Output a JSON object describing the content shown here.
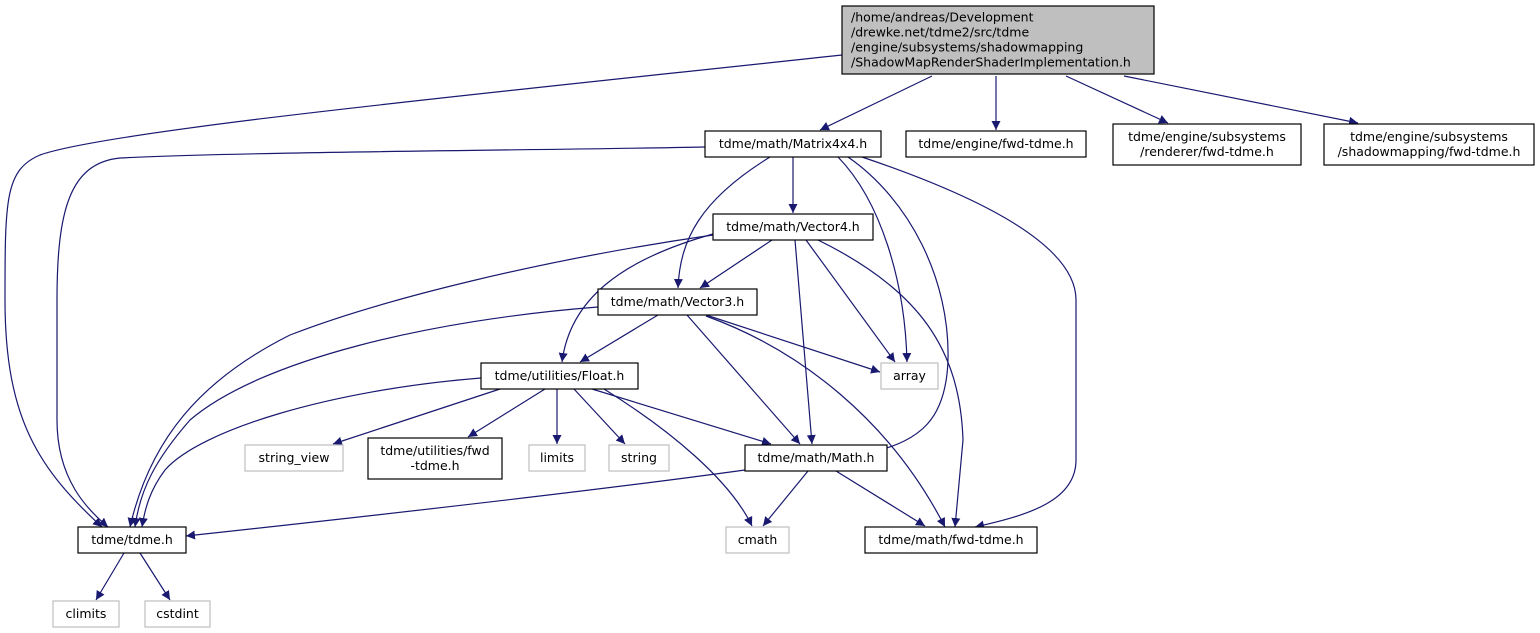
{
  "colors": {
    "edge": "#191970",
    "root_fill": "#bfbfbf",
    "node_border": "#000000",
    "system_border": "#bfbfbf",
    "background": "#ffffff"
  },
  "nodes": [
    {
      "id": "root",
      "kind": "root",
      "lines": [
        "/home/andreas/Development",
        "/drewke.net/tdme2/src/tdme",
        "/engine/subsystems/shadowmapping",
        "/ShadowMapRenderShaderImplementation.h"
      ]
    },
    {
      "id": "matrix4x4",
      "kind": "normal",
      "lines": [
        "tdme/math/Matrix4x4.h"
      ]
    },
    {
      "id": "engine-fwd",
      "kind": "normal",
      "lines": [
        "tdme/engine/fwd-tdme.h"
      ]
    },
    {
      "id": "renderer-fwd",
      "kind": "normal",
      "lines": [
        "tdme/engine/subsystems",
        "/renderer/fwd-tdme.h"
      ]
    },
    {
      "id": "shadowmapping-fwd",
      "kind": "normal",
      "lines": [
        "tdme/engine/subsystems",
        "/shadowmapping/fwd-tdme.h"
      ]
    },
    {
      "id": "vector4",
      "kind": "normal",
      "lines": [
        "tdme/math/Vector4.h"
      ]
    },
    {
      "id": "vector3",
      "kind": "normal",
      "lines": [
        "tdme/math/Vector3.h"
      ]
    },
    {
      "id": "array",
      "kind": "system",
      "lines": [
        "array"
      ]
    },
    {
      "id": "float",
      "kind": "normal",
      "lines": [
        "tdme/utilities/Float.h"
      ]
    },
    {
      "id": "string-view",
      "kind": "system",
      "lines": [
        "string_view"
      ]
    },
    {
      "id": "utilities-fwd",
      "kind": "normal",
      "lines": [
        "tdme/utilities/fwd",
        "-tdme.h"
      ]
    },
    {
      "id": "limits",
      "kind": "system",
      "lines": [
        "limits"
      ]
    },
    {
      "id": "string",
      "kind": "system",
      "lines": [
        "string"
      ]
    },
    {
      "id": "math",
      "kind": "normal",
      "lines": [
        "tdme/math/Math.h"
      ]
    },
    {
      "id": "tdme",
      "kind": "normal",
      "lines": [
        "tdme/tdme.h"
      ]
    },
    {
      "id": "cmath",
      "kind": "system",
      "lines": [
        "cmath"
      ]
    },
    {
      "id": "math-fwd",
      "kind": "normal",
      "lines": [
        "tdme/math/fwd-tdme.h"
      ]
    },
    {
      "id": "climits",
      "kind": "system",
      "lines": [
        "climits"
      ]
    },
    {
      "id": "cstdint",
      "kind": "system",
      "lines": [
        "cstdint"
      ]
    }
  ],
  "edges": [
    {
      "from": "root",
      "to": "tdme"
    },
    {
      "from": "root",
      "to": "matrix4x4"
    },
    {
      "from": "root",
      "to": "engine-fwd"
    },
    {
      "from": "root",
      "to": "renderer-fwd"
    },
    {
      "from": "root",
      "to": "shadowmapping-fwd"
    },
    {
      "from": "matrix4x4",
      "to": "tdme"
    },
    {
      "from": "matrix4x4",
      "to": "vector4"
    },
    {
      "from": "matrix4x4",
      "to": "vector3"
    },
    {
      "from": "matrix4x4",
      "to": "array"
    },
    {
      "from": "matrix4x4",
      "to": "math"
    },
    {
      "from": "matrix4x4",
      "to": "math-fwd"
    },
    {
      "from": "vector4",
      "to": "vector3"
    },
    {
      "from": "vector4",
      "to": "float"
    },
    {
      "from": "vector4",
      "to": "tdme"
    },
    {
      "from": "vector4",
      "to": "array"
    },
    {
      "from": "vector4",
      "to": "math"
    },
    {
      "from": "vector4",
      "to": "math-fwd"
    },
    {
      "from": "vector3",
      "to": "float"
    },
    {
      "from": "vector3",
      "to": "tdme"
    },
    {
      "from": "vector3",
      "to": "array"
    },
    {
      "from": "vector3",
      "to": "math"
    },
    {
      "from": "vector3",
      "to": "math-fwd"
    },
    {
      "from": "float",
      "to": "tdme"
    },
    {
      "from": "float",
      "to": "string-view"
    },
    {
      "from": "float",
      "to": "utilities-fwd"
    },
    {
      "from": "float",
      "to": "limits"
    },
    {
      "from": "float",
      "to": "string"
    },
    {
      "from": "float",
      "to": "math"
    },
    {
      "from": "float",
      "to": "cmath"
    },
    {
      "from": "math",
      "to": "tdme"
    },
    {
      "from": "math",
      "to": "cmath"
    },
    {
      "from": "math",
      "to": "math-fwd"
    },
    {
      "from": "tdme",
      "to": "climits"
    },
    {
      "from": "tdme",
      "to": "cstdint"
    }
  ]
}
